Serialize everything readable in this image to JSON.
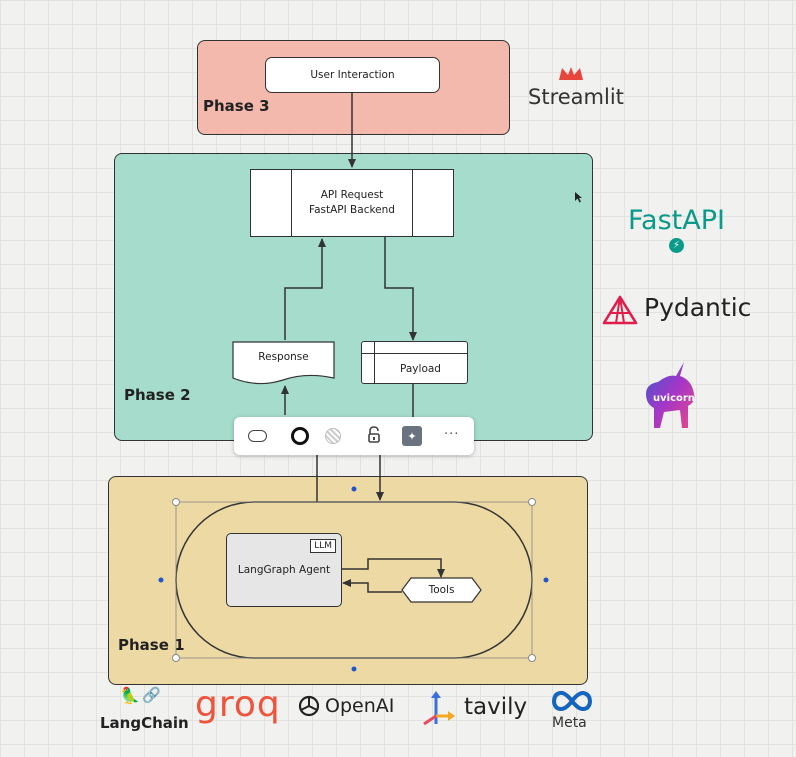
{
  "phases": {
    "phase3": {
      "label": "Phase 3"
    },
    "phase2": {
      "label": "Phase 2"
    },
    "phase1": {
      "label": "Phase 1"
    }
  },
  "nodes": {
    "user_interaction": "User Interaction",
    "api_request_line1": "API Request",
    "api_request_line2": "FastAPI Backend",
    "response": "Response",
    "payload": "Payload",
    "agent": "LangGraph Agent",
    "llm_badge": "LLM",
    "tools": "Tools"
  },
  "logos": {
    "streamlit": "Streamlit",
    "fastapi": "FastAPI",
    "pydantic": "Pydantic",
    "uvicorn": "uvicorn",
    "langchain": "LangChain",
    "groq": "groq",
    "openai": "OpenAI",
    "tavily": "tavily",
    "meta": "Meta"
  },
  "toolbar": {
    "more": "···"
  },
  "colors": {
    "phase3": "#f3b9ad",
    "phase2": "#a5dccb",
    "phase1": "#ecd9a3",
    "streamlit": "#e8453c",
    "fastapi": "#0a9a8a",
    "pydantic": "#e01e4b",
    "groq": "#f0523a",
    "meta": "#1565c0"
  }
}
